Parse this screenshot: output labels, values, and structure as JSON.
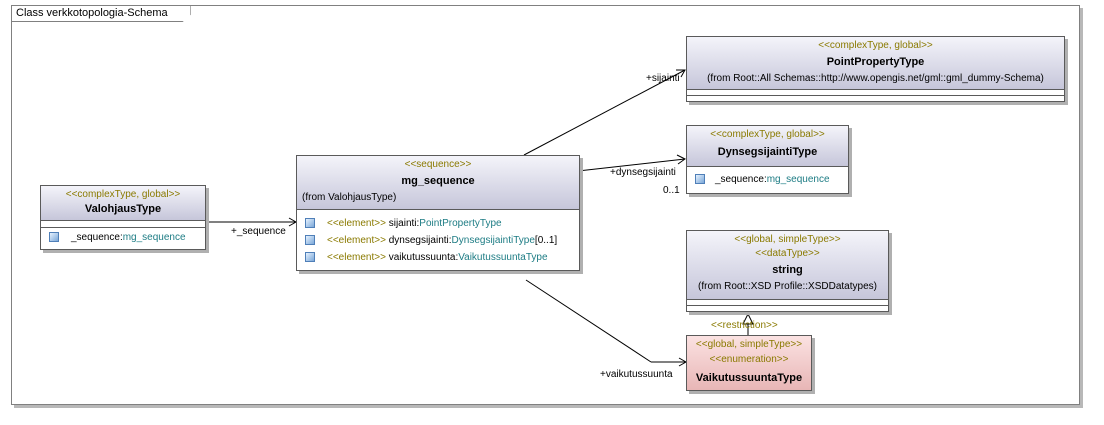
{
  "diagram": {
    "title": "Class verkkotopologia-Schema"
  },
  "classes": {
    "valohjaus": {
      "stereotype": "<<complexType, global>>",
      "name": "ValohjausType",
      "attribute": {
        "name": "_sequence",
        "type": "mg_sequence"
      }
    },
    "mg_sequence": {
      "stereotype": "<<sequence>>",
      "name": "mg_sequence",
      "from": "(from ValohjausType)",
      "attributes": [
        {
          "stereotype": "<<element>>",
          "name": "sijainti",
          "type": "PointPropertyType",
          "mult": ""
        },
        {
          "stereotype": "<<element>>",
          "name": "dynsegsijainti",
          "type": "DynsegsijaintiType",
          "mult": "[0..1]"
        },
        {
          "stereotype": "<<element>>",
          "name": "vaikutussuunta",
          "type": "VaikutussuuntaType",
          "mult": ""
        }
      ]
    },
    "point": {
      "stereotype": "<<complexType, global>>",
      "name": "PointPropertyType",
      "from": "(from Root::All Schemas::http://www.opengis.net/gml::gml_dummy-Schema)"
    },
    "dynseg": {
      "stereotype": "<<complexType, global>>",
      "name": "DynsegsijaintiType",
      "attribute": {
        "name": "_sequence",
        "type": "mg_sequence"
      }
    },
    "string": {
      "stereotype1": "<<global, simpleType>>",
      "stereotype2": "<<dataType>>",
      "name": "string",
      "from": "(from Root::XSD Profile::XSDDatatypes)"
    },
    "vaikutus": {
      "stereotype1": "<<global, simpleType>>",
      "stereotype2": "<<enumeration>>",
      "name": "VaikutussuuntaType"
    }
  },
  "edges": {
    "sequence_label": "+_sequence",
    "sijainti_label": "+sijainti",
    "dynseg_label": "+dynsegsijainti",
    "dynseg_mult": "0..1",
    "vaikutus_label": "+vaikutussuunta",
    "restriction_label": "<<restriction>>"
  }
}
